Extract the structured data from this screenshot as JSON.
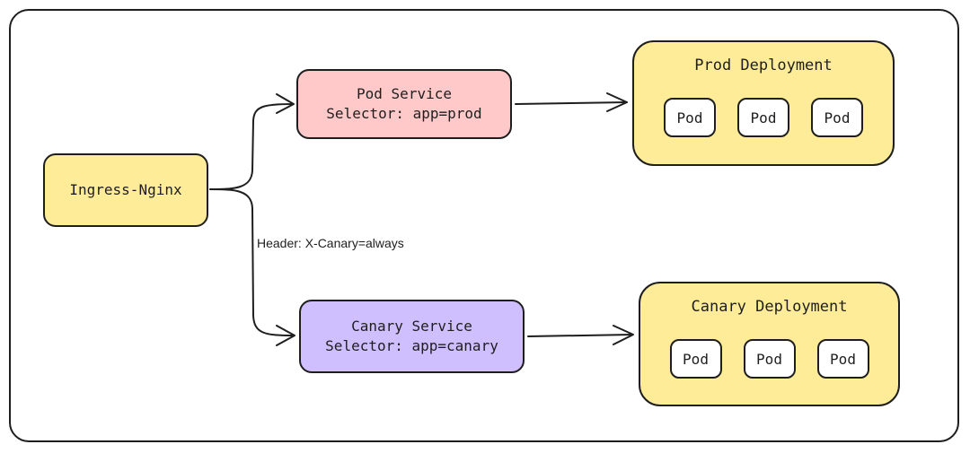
{
  "nodes": {
    "ingress": {
      "label": "Ingress-Nginx"
    },
    "prod_service": {
      "line1": "Pod Service",
      "line2": "Selector: app=prod"
    },
    "canary_service": {
      "line1": "Canary Service",
      "line2": "Selector: app=canary"
    },
    "prod_deployment": {
      "title": "Prod Deployment",
      "pods": [
        "Pod",
        "Pod",
        "Pod"
      ]
    },
    "canary_deployment": {
      "title": "Canary Deployment",
      "pods": [
        "Pod",
        "Pod",
        "Pod"
      ]
    }
  },
  "edges": {
    "canary_condition": "Header: X-Canary=always"
  },
  "colors": {
    "ingress": "#ffec99",
    "prod_service": "#ffc9c9",
    "canary_service": "#d0bfff",
    "deployment": "#ffec99",
    "stroke": "#1e1e1e"
  }
}
